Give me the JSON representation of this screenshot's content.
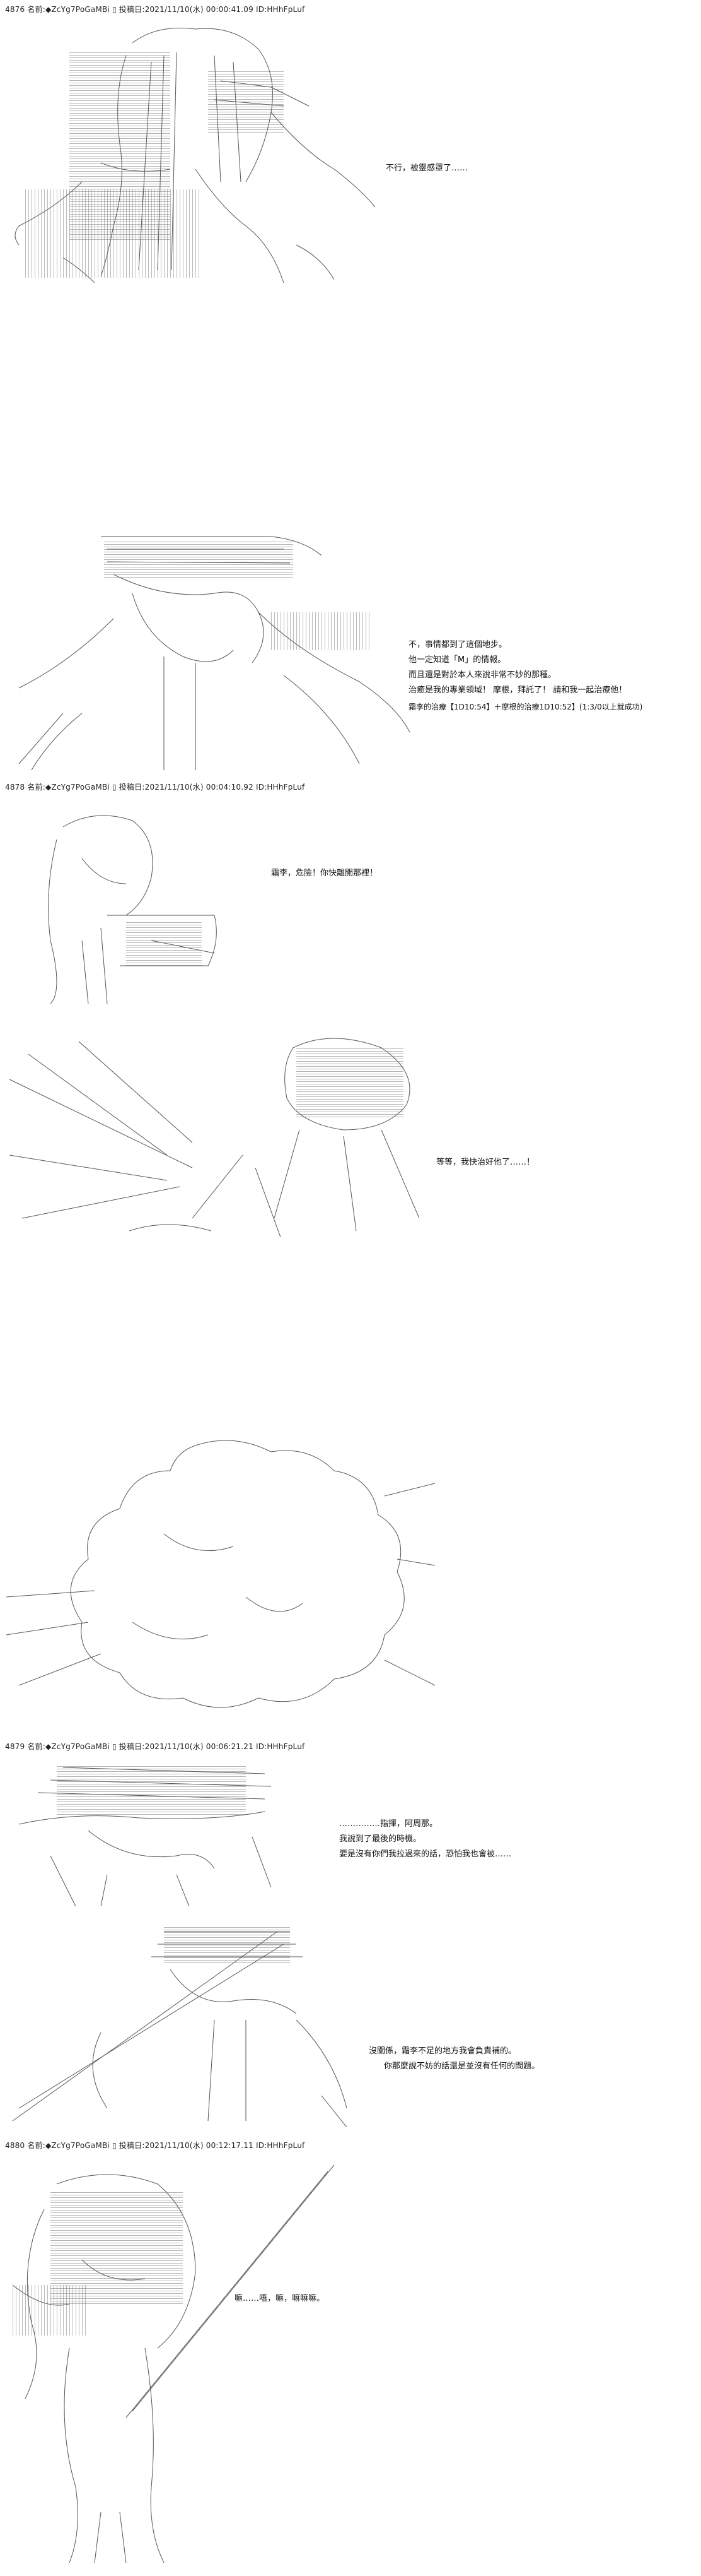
{
  "posts": [
    {
      "header": "4876 名前:◆ZcYg7PoGaMBi ▯ 投稿日:2021/11/10(水) 00:00:41.09 ID:HHhFpLuf",
      "dialogue": [
        "不行，被靈感罩了……"
      ]
    },
    {
      "header": "",
      "dialogue": [
        "不，事情都到了這個地步。",
        "他一定知道「M」的情報。",
        "而且還是對於本人來說非常不妙的那種。",
        "治癒是我的專業領域！ 摩根，拜託了！ 請和我一起治療他！",
        "霜李的治療【1D10:54】＋摩根的治療1D10:52】(1:3/0以上就成功)"
      ]
    },
    {
      "header": "4878 名前:◆ZcYg7PoGaMBi ▯ 投稿日:2021/11/10(水) 00:04:10.92 ID:HHhFpLuf",
      "dialogue": [
        "霜李，危險！你快離開那裡！"
      ]
    },
    {
      "header": "",
      "dialogue": [
        "等等，我快治好他了……！"
      ]
    },
    {
      "header": "4879 名前:◆ZcYg7PoGaMBi ▯ 投稿日:2021/11/10(水) 00:06:21.21 ID:HHhFpLuf",
      "dialogue": [
        "……………指揮，阿周那。",
        "我說到了最後的時機。",
        "要是沒有你們我拉過來的話，恐怕我也會被……"
      ]
    },
    {
      "header": "",
      "dialogue": [
        "沒關係，霜李不足的地方我會負責補的。",
        "你那麼說不妨的話還是並沒有任何的問題。"
      ]
    },
    {
      "header": "4880 名前:◆ZcYg7PoGaMBi ▯ 投稿日:2021/11/10(水) 00:12:17.11 ID:HHhFpLuf",
      "dialogue": [
        "嘛……唔，嘛，嘛嘛嘛。"
      ]
    }
  ]
}
